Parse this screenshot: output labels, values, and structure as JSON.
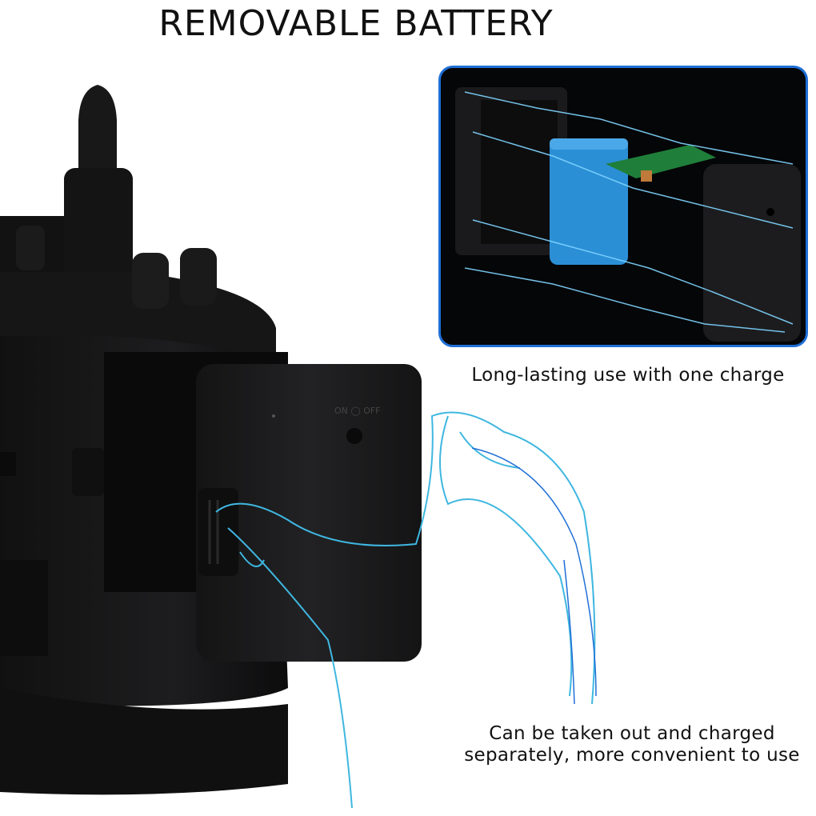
{
  "title": "REMOVABLE BATTERY",
  "caption_top": "Long-lasting use with one charge",
  "caption_bottom_line1": "Can be taken out and charged",
  "caption_bottom_line2": "separately, more convenient to use",
  "accent_color": "#1f6fd6",
  "illustration_color": "#3fb7e0"
}
